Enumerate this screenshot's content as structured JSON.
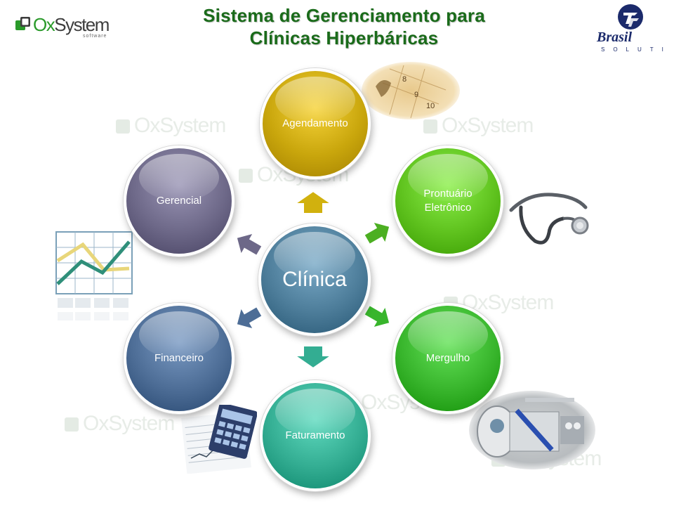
{
  "header": {
    "title_line1": "Sistema de Gerenciamento para",
    "title_line2": "Clínicas Hiperbáricas"
  },
  "logos": {
    "oxsystem_prefix": "Ox",
    "oxsystem_suffix": "System",
    "oxsystem_tagline": "software",
    "brasil_word": "Brasil",
    "brasil_tagline": "SOLUTI"
  },
  "diagram": {
    "center": {
      "label": "Clínica",
      "color": "#4d7d9a"
    },
    "nodes": [
      {
        "id": "agendamento",
        "label": "Agendamento",
        "color": "#c9a60c"
      },
      {
        "id": "prontuario",
        "label": "Prontuário Eletrônico",
        "color": "#5fc21e"
      },
      {
        "id": "mergulho",
        "label": "Mergulho",
        "color": "#38b52c"
      },
      {
        "id": "faturamento",
        "label": "Faturamento",
        "color": "#33ad92"
      },
      {
        "id": "financeiro",
        "label": "Financeiro",
        "color": "#4d6d96"
      },
      {
        "id": "gerencial",
        "label": "Gerencial",
        "color": "#6d6888"
      }
    ]
  },
  "watermark_text": "OxSystem",
  "colors": {
    "title": "#1a6b1a",
    "brasil_blue": "#1b2a6b"
  },
  "icons": [
    "calendar-image-icon",
    "stethoscope-icon",
    "hyperbaric-chamber-image-icon",
    "calculator-spreadsheet-icon",
    "line-chart-icon"
  ]
}
